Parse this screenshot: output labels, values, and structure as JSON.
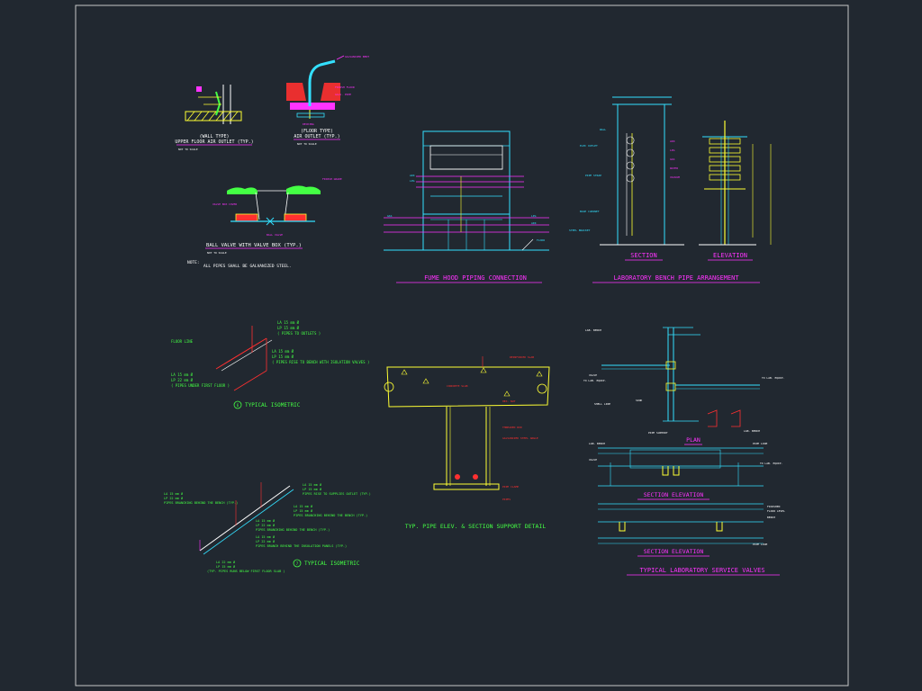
{
  "drawing": {
    "background": "#212830",
    "frame_color": "#c8c8c8",
    "colors": {
      "cyan": "#33e0ff",
      "magenta": "#ff33ff",
      "yellow": "#ffff33",
      "green": "#44ff44",
      "red": "#ff3030",
      "white": "#ffffff"
    }
  },
  "details": {
    "wall_outlet": {
      "subtitle": "(WALL TYPE)",
      "title": "UPPER FLOOR AIR OUTLET (TYP.)",
      "scale": "NOT TO SCALE"
    },
    "floor_outlet": {
      "subtitle": "(FLOOR TYPE)",
      "title": "AIR OUTLET (TYP.)",
      "scale": "NOT TO SCALE",
      "labels": [
        "GALVANIZED BENT",
        "FINISH FLOOR",
        "GALV. PIPE",
        "DECKING"
      ]
    },
    "ball_valve": {
      "title": "BALL VALVE WITH VALVE BOX (TYP.)",
      "scale": "NOT TO SCALE",
      "labels": [
        "FINISH GRADE",
        "VALVE BOX COVER",
        "BALL VALVE"
      ],
      "note_label": "NOTE:",
      "note_text": "ALL PIPES SHALL BE GALVANIZED STEEL."
    },
    "fume_hood": {
      "title": "FUME HOOD PIPING CONNECTION",
      "labels": [
        "AIR",
        "LPG",
        "GAS",
        "LPG",
        "AIR",
        "FLOOR"
      ]
    },
    "bench": {
      "title": "LABORATORY BENCH PIPE ARRANGEMENT",
      "section_label": "SECTION",
      "elevation_label": "ELEVATION",
      "left_labels": [
        "WALL",
        "ELEC OUTLET",
        "PIPE STRAP",
        "BASE CABINET",
        "STEEL BRACKET"
      ],
      "right_labels": [
        "AIR",
        "LPG",
        "GAS",
        "WATER",
        "VACUUM"
      ]
    },
    "iso1": {
      "title": "TYPICAL ISOMETRIC",
      "number": "6",
      "labels": [
        "LA 15 mm Ø",
        "LP 15 mm Ø",
        "( PIPES TO OUTLETS )",
        "FLOOR LINE",
        "LA 15 mm Ø",
        "LP 15 mm Ø",
        "( PIPES RISE TO BENCH WITH ISOLATION VALVES )",
        "LA 15 mm Ø",
        "LP 22 mm Ø",
        "( PIPES UNDER FIRST FLOOR )"
      ]
    },
    "iso2": {
      "title": "TYPICAL ISOMETRIC",
      "number": "7",
      "labels": [
        "LA 15 mm Ø",
        "LP 22 mm Ø",
        "PIPES BRANCHING BEHIND THE BENCH (TYP.)",
        "LA 15 mm Ø",
        "LP 15 mm Ø",
        "PIPES RISE TO SUPPLIES OUTLET (TYP.)",
        "LA 15 mm Ø",
        "LP 15 mm Ø",
        "PIPES BRANCHING BEHIND THE BENCH (TYP.)",
        "LA 15 mm Ø",
        "LP 22 mm Ø",
        "PIPES BRANCHING BEHIND THE BENCH (TYP.)",
        "LA 15 mm Ø",
        "LP 22 mm Ø",
        "PIPES BRANCH BEHIND THE INSULATION PANELS (TYP.)",
        "LA 22 mm Ø",
        "LP 15 mm Ø",
        "(TYP. PIPES RUNS BELOW FIRST FLOOR SLAB )"
      ]
    },
    "support": {
      "title": "TYP. PIPE ELEV. & SECTION SUPPORT DETAIL",
      "labels": [
        "REINFORCED SLAB",
        "CONCRETE SLAB",
        "HEX. NUT",
        "THREADED ROD",
        "GALVANIZED STEEL ANGLE",
        "PIPE CLAMP",
        "PIPES"
      ]
    },
    "valves": {
      "title": "TYPICAL LABORATORY SERVICE VALVES",
      "plan_label": "PLAN",
      "section1_label": "SECTION ELEVATION",
      "section2_label": "SECTION ELEVATION",
      "labels": [
        "LAB. BENCH",
        "VALVE",
        "TO LAB. EQUIP.",
        "SINK",
        "SHELL LINE",
        "PIPE SUPPORT",
        "TO LAB. EQUIP.",
        "LAB. BENCH",
        "LAB. BENCH",
        "PIPE LINE",
        "VALVE",
        "TO LAB. EQUIP.",
        "FINISHED",
        "FLOOR LEVEL",
        "BENCH",
        "PIPE LINE"
      ]
    }
  }
}
